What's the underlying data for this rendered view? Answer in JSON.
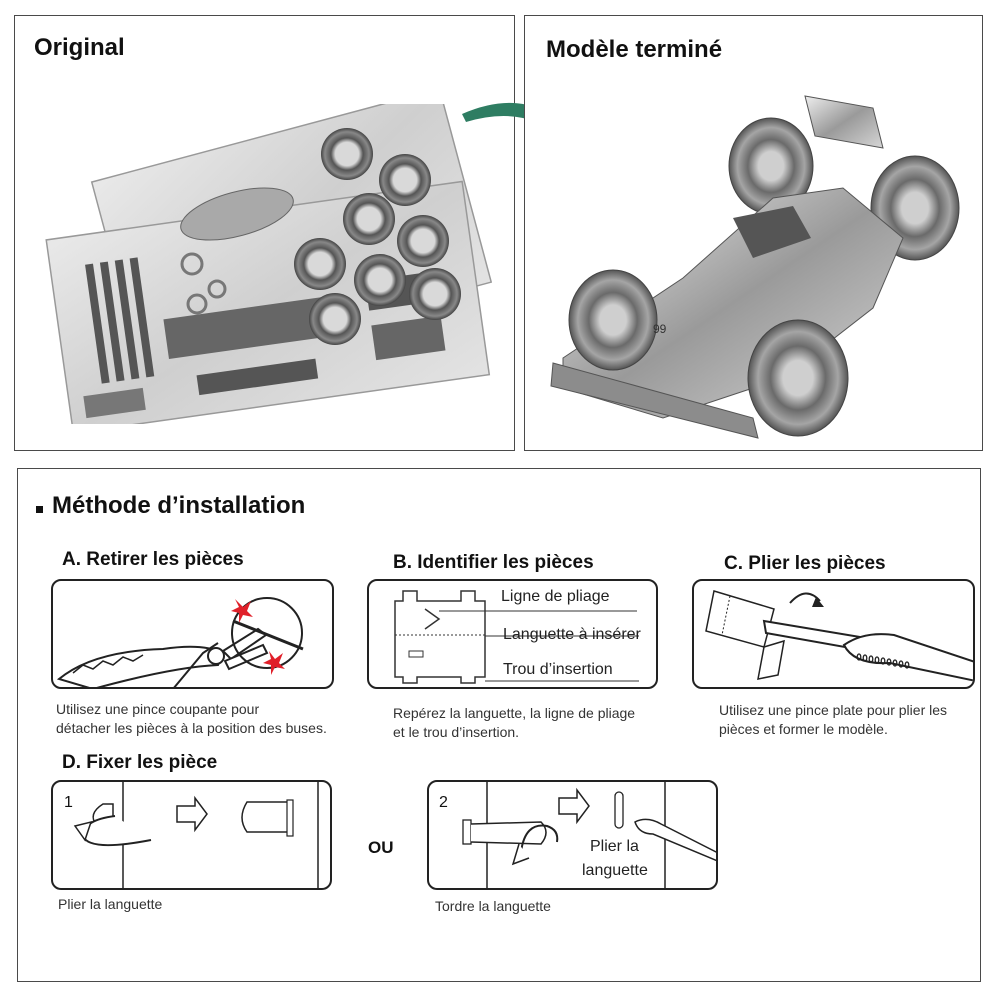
{
  "panels": {
    "original": {
      "title": "Original"
    },
    "finished": {
      "title": "Modèle terminé",
      "car_number": "99"
    }
  },
  "method": {
    "title": "Méthode d’installation",
    "step_a": {
      "title": "A. Retirer les pièces",
      "desc_line1": "Utilisez une pince coupante pour",
      "desc_line2": "détacher les pièces à la position des buses."
    },
    "step_b": {
      "title": "B. Identifier les pièces",
      "label_fold": "Ligne de pliage",
      "label_tab": "Languette à insérer",
      "label_slot": "Trou d’insertion",
      "desc_line1": "Repérez la languette, la ligne de pliage",
      "desc_line2": "et le trou d’insertion."
    },
    "step_c": {
      "title": "C. Plier les pièces",
      "desc_line1": "Utilisez une pince plate pour plier les",
      "desc_line2": "pièces et former le modèle."
    },
    "step_d": {
      "title": "D. Fixer les pièce",
      "option1_number": "1",
      "option1_caption": "Plier la languette",
      "or_label": "OU",
      "option2_number": "2",
      "option2_label_line1": "Plier la",
      "option2_label_line2": "languette",
      "option2_caption": "Tordre la languette"
    }
  },
  "colors": {
    "arrow": "#2e7d62",
    "frame": "#4a4a4a",
    "cut_mark": "#e0202a",
    "metal": "#b8b8b8"
  }
}
